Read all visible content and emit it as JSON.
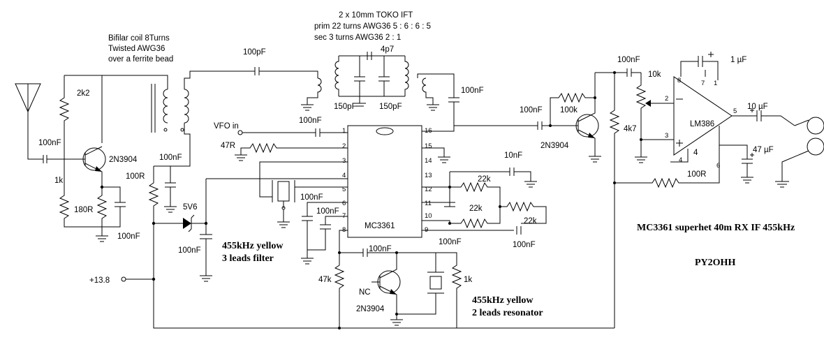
{
  "notes": {
    "bifilar": [
      "Bifilar coil 8Turns",
      "Twisted    AWG36",
      "over a ferrite bead"
    ],
    "ift": [
      "2 x 10mm TOKO IFT",
      "prim 22 turns AWG36  5 : 6 : 6 : 5",
      "sec 3 turns AWG36    2 : 1"
    ],
    "title": "MC3361 superhet 40m RX IF 455kHz",
    "author": "PY2OHH",
    "filter": [
      "455kHz yellow",
      "3 leads filter"
    ],
    "resonator": [
      "455kHz yellow",
      "2 leads resonator"
    ]
  },
  "labels": {
    "r2k2": "2k2",
    "c_ant": "100nF",
    "q1": "2N3904",
    "r1k_a": "1k",
    "r180": "180R",
    "c_e": "100nF",
    "r100R": "100R",
    "c_bias": "100nF",
    "zener": "5V6",
    "c_zen": "100nF",
    "supply": "+13.8",
    "c_100p": "100pF",
    "c_4p7": "4p7",
    "c_150p_a": "150pF",
    "c_150p_b": "150pF",
    "c_ift2": "100nF",
    "vfo": "VFO in",
    "c_vfo": "100nF",
    "r47R": "47R",
    "ic": "MC3361",
    "c_p6": "100nF",
    "c_p7": "100nF",
    "c_amp_in": "100nF",
    "r100k": "100k",
    "q2": "2N3904",
    "r22k_a": "22k",
    "r22k_b": "22k",
    "r22k_c": "22k",
    "c10n": "10nF",
    "c_p9": "100nF",
    "c_p9b": "100nF",
    "r47k": "47k",
    "c_osc": "100nF",
    "nc": "NC",
    "q3": "2N3904",
    "r1k_b": "1k",
    "c_lm_in": "100nF",
    "pot": "10k",
    "r4k7": "4k7",
    "c_1u": "1 µF",
    "lm": "LM386",
    "c_out": "10 µF",
    "c_47u": "47 µF",
    "r100R_b": "100R"
  },
  "ic_pins": [
    "1",
    "2",
    "3",
    "4",
    "5",
    "6",
    "7",
    "8",
    "16",
    "15",
    "14",
    "13",
    "12",
    "11",
    "10",
    "9"
  ],
  "lm_pins": {
    "p2": "2",
    "p3": "3",
    "p8": "8",
    "p7": "7",
    "p1": "1",
    "p5": "5",
    "p4": "4",
    "p6": "6",
    "pin4_in": "4"
  }
}
